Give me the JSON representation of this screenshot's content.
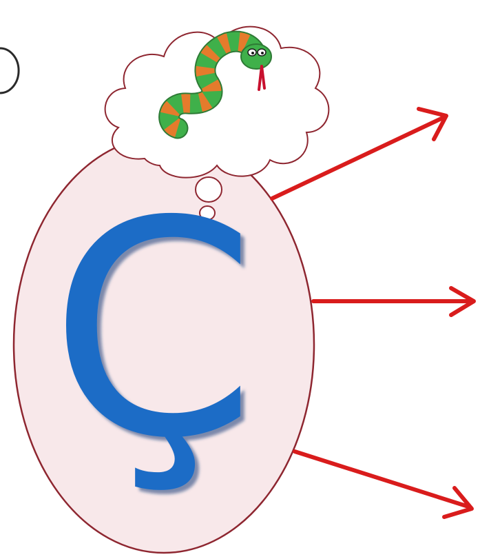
{
  "letter": "Ç",
  "colors": {
    "background": "#ffffff",
    "oval_fill": "#f8e8ea",
    "oval_stroke": "#8e2630",
    "letter_blue": "#1f6cc6",
    "letter_shadow": "#103c78",
    "arrow_red": "#d91c1c",
    "cloud_fill": "#ffffff",
    "cloud_stroke": "#8e2630",
    "snake_green": "#3fb04a",
    "snake_orange": "#e57b2c",
    "snake_tongue": "#c8102e"
  },
  "icons": [
    "thought-bubble-icon",
    "snake-icon",
    "arrow-icon"
  ],
  "arrows": [
    "upper-right",
    "right",
    "lower-right"
  ]
}
